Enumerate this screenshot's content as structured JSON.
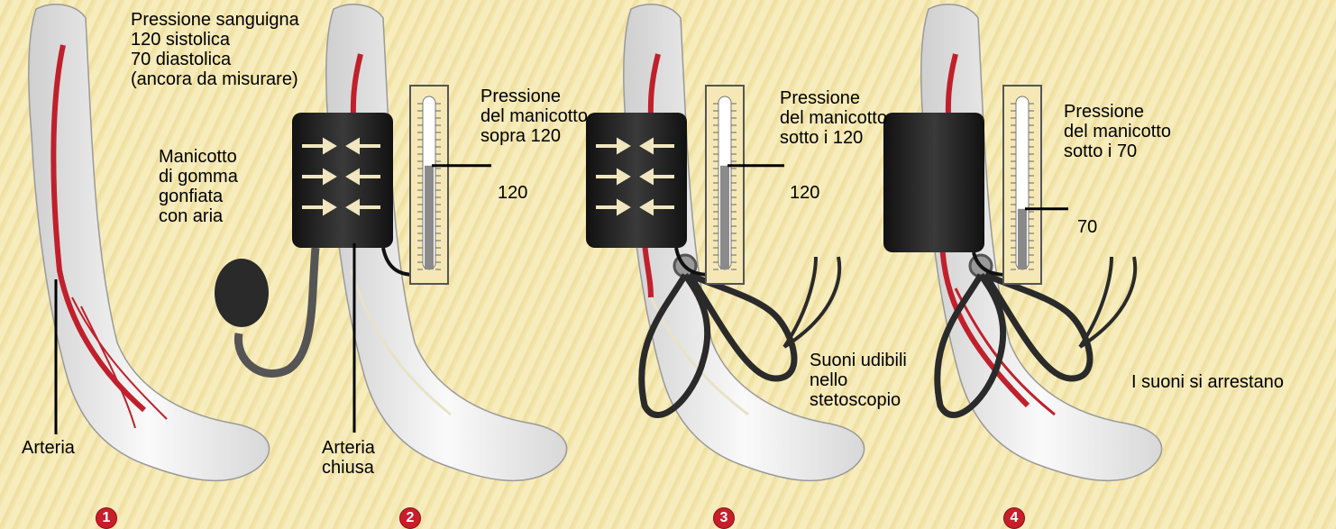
{
  "colors": {
    "artery": "#c0202c",
    "cuff": "#2c2c2c",
    "gauge_fill": "#8a8a8a",
    "badge": "#c81e2a"
  },
  "icons": [
    "arm-icon",
    "cuff-icon",
    "bulb-pump-icon",
    "stethoscope-icon",
    "gauge-icon",
    "arrow-icon"
  ],
  "labels": {
    "bp_reading": "Pressione sanguigna\n120 sistolica\n70 diastolica\n(ancora da misurare)",
    "cuff_desc": "Manicotto\ndi gomma\ngonfiata\ncon aria",
    "artery": "Arteria",
    "artery_closed": "Arteria\nchiusa",
    "p2": "Pressione\ndel manicotto\nsopra 120",
    "p3": "Pressione\ndel manicotto\nsotto i 120",
    "p4": "Pressione\ndel manicotto\nsotto i 70",
    "sounds": "Suoni udibili\nnello\nstetoscopio",
    "sounds_stop": "I suoni si arrestano"
  },
  "gauges": [
    {
      "reading": "120",
      "level": 0.6
    },
    {
      "reading": "120",
      "level": 0.6
    },
    {
      "reading": "70",
      "level": 0.35
    }
  ],
  "steps": [
    "1",
    "2",
    "3",
    "4"
  ]
}
